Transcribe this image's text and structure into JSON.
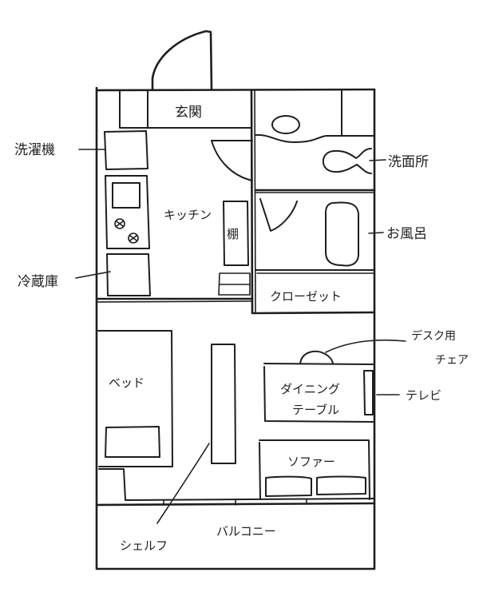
{
  "diagram": {
    "type": "floor_plan",
    "style": "hand-drawn",
    "colors": {
      "ink": "#1e1e1e",
      "paper": "#ffffff"
    },
    "rooms": {
      "entrance": "玄関",
      "kitchen": "キッチン",
      "washroom": "洗面所",
      "bathroom": "お風呂",
      "closet": "クローゼット",
      "balcony": "バルコニー"
    },
    "furniture": {
      "washing_machine": "洗濯機",
      "refrigerator": "冷蔵庫",
      "shelf_kitchen": "棚",
      "bed": "ベッド",
      "dining_table_line1": "ダイニング",
      "dining_table_line2": "テーブル",
      "desk_chair_line1": "デスク用",
      "desk_chair_line2": "チェア",
      "tv": "テレビ",
      "sofa": "ソファー",
      "shelf_living": "シェルフ"
    }
  }
}
